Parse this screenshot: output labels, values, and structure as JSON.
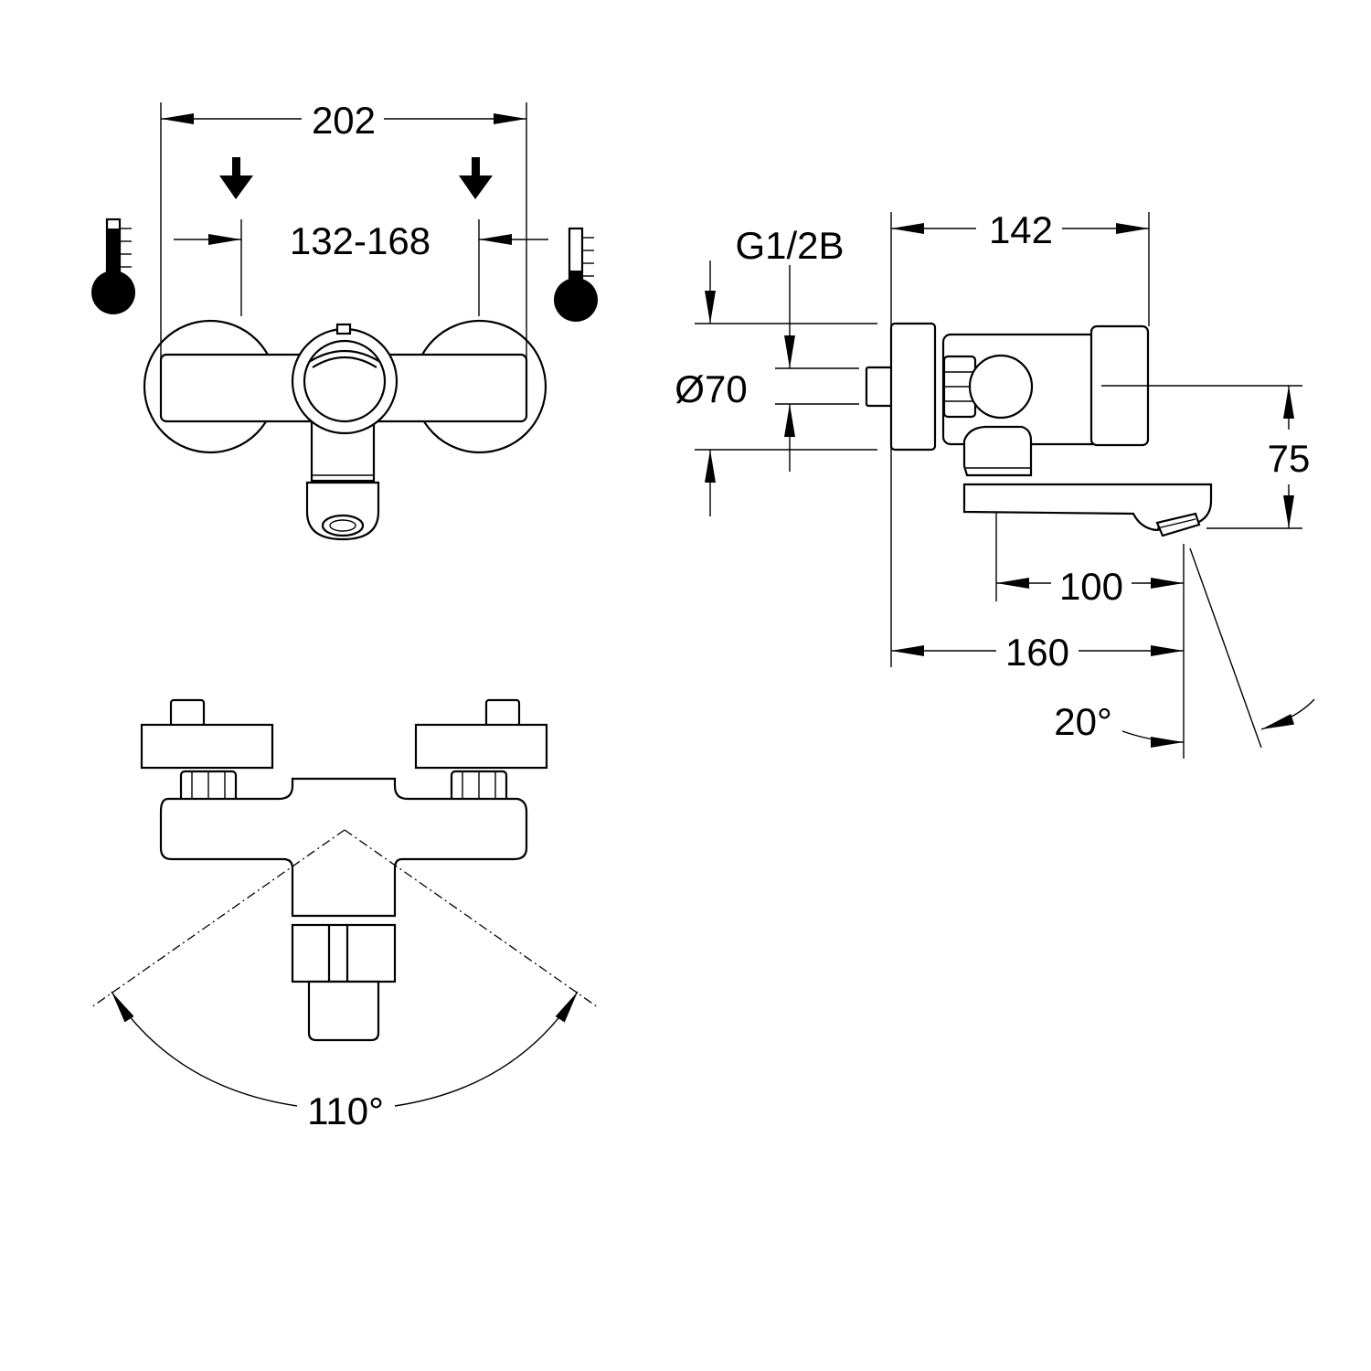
{
  "dimensions": {
    "width_total": "202",
    "inlet_spacing": "132-168",
    "depth_body": "142",
    "connection_thread": "G1/2B",
    "rosette_diameter": "Ø70",
    "spout_height": "75",
    "spout_reach": "100",
    "total_projection": "160",
    "spout_tilt_angle": "20°",
    "handle_swivel_angle": "110°"
  },
  "icons": [
    "hot-water-thermometer-icon",
    "cold-water-thermometer-icon",
    "inlet-arrow-icon"
  ],
  "colors": {
    "line": "#000000",
    "background": "#ffffff"
  }
}
